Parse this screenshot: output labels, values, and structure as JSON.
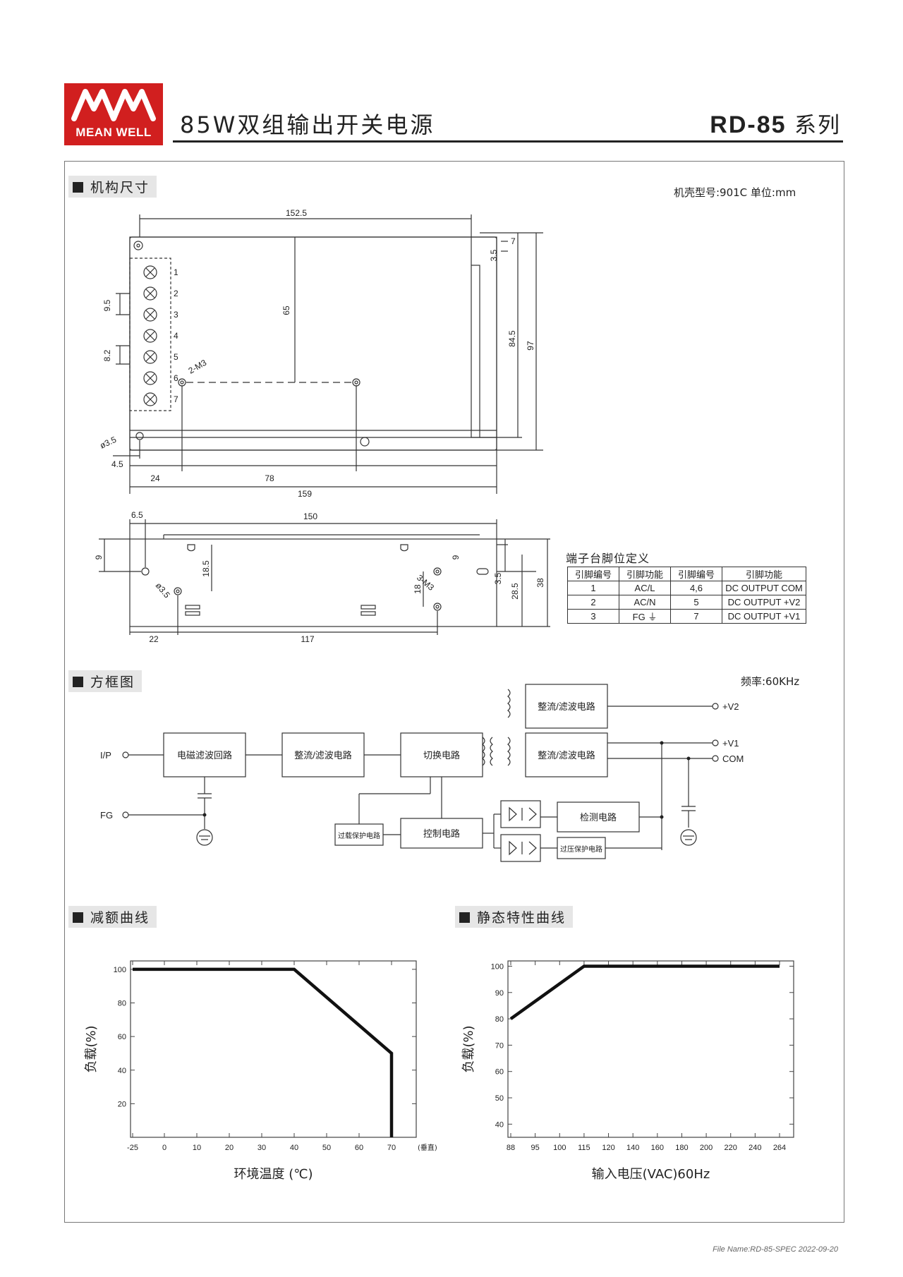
{
  "brand": {
    "logo_text": "MEAN WELL",
    "color": "#d11f1f"
  },
  "header": {
    "title": "85W双组输出开关电源",
    "series": "RD-85",
    "series_suffix": "系列"
  },
  "section_mechanical": {
    "title": "机构尺寸",
    "case_note": "机壳型号:901C 单位:mm",
    "top_view_dims": [
      "152.5",
      "65",
      "9.5",
      "8.2",
      "2-M3",
      "84.5",
      "97",
      "7",
      "3.5",
      "ø3.5",
      "4.5",
      "24",
      "78",
      "159"
    ],
    "pin_numbers": [
      "1",
      "2",
      "3",
      "4",
      "5",
      "6",
      "7"
    ],
    "side_view_dims": [
      "6.5",
      "150",
      "9",
      "18.5",
      "ø3.5",
      "9",
      "3.5",
      "28.5",
      "38",
      "18",
      "3-M3",
      "22",
      "117"
    ]
  },
  "pin_table": {
    "title": "端子台脚位定义",
    "headers": [
      "引脚编号",
      "引脚功能",
      "引脚编号",
      "引脚功能"
    ],
    "rows": [
      [
        "1",
        "AC/L",
        "4,6",
        "DC OUTPUT COM"
      ],
      [
        "2",
        "AC/N",
        "5",
        "DC OUTPUT +V2"
      ],
      [
        "3",
        "FG ⏚",
        "7",
        "DC OUTPUT +V1"
      ]
    ]
  },
  "section_block": {
    "title": "方框图",
    "freq": "频率:60KHz",
    "io": {
      "ip": "I/P",
      "fg": "FG",
      "v2": "+V2",
      "v1": "+V1",
      "com": "COM"
    },
    "blocks": {
      "emi": "电磁滤波回路",
      "rect1": "整流/滤波电路",
      "switch": "切换电路",
      "rect_v2": "整流/滤波电路",
      "rect_v1": "整流/滤波电路",
      "detect": "检测电路",
      "control": "控制电路",
      "olp": "过载保护电路",
      "ovp": "过压保护电路"
    }
  },
  "section_derating": {
    "title": "减额曲线",
    "chart_data": {
      "type": "line",
      "title": "",
      "xlabel": "环境温度 (℃)",
      "ylabel": "负载(%)",
      "x_ticks": [
        "-25",
        "0",
        "10",
        "20",
        "30",
        "40",
        "50",
        "60",
        "70"
      ],
      "x_tick_suffix": "(垂直)",
      "y_ticks": [
        "100",
        "80",
        "60",
        "40",
        "20"
      ],
      "xlim": [
        -25,
        75
      ],
      "ylim": [
        0,
        105
      ],
      "x": [
        -25,
        40,
        70,
        70
      ],
      "y": [
        100,
        100,
        50,
        0
      ]
    }
  },
  "section_static": {
    "title": "静态特性曲线",
    "chart_data": {
      "type": "line",
      "title": "",
      "xlabel": "输入电压(VAC)60Hz",
      "ylabel": "负载(%)",
      "x_ticks": [
        "88",
        "95",
        "100",
        "115",
        "120",
        "140",
        "160",
        "180",
        "200",
        "220",
        "240",
        "264"
      ],
      "y_ticks": [
        "100",
        "90",
        "80",
        "70",
        "60",
        "50",
        "40"
      ],
      "ylim": [
        35,
        102
      ],
      "x": [
        "88",
        "115",
        "264"
      ],
      "y": [
        80,
        100,
        100
      ]
    }
  },
  "footer": {
    "file": "File Name:RD-85-SPEC   2022-09-20"
  }
}
